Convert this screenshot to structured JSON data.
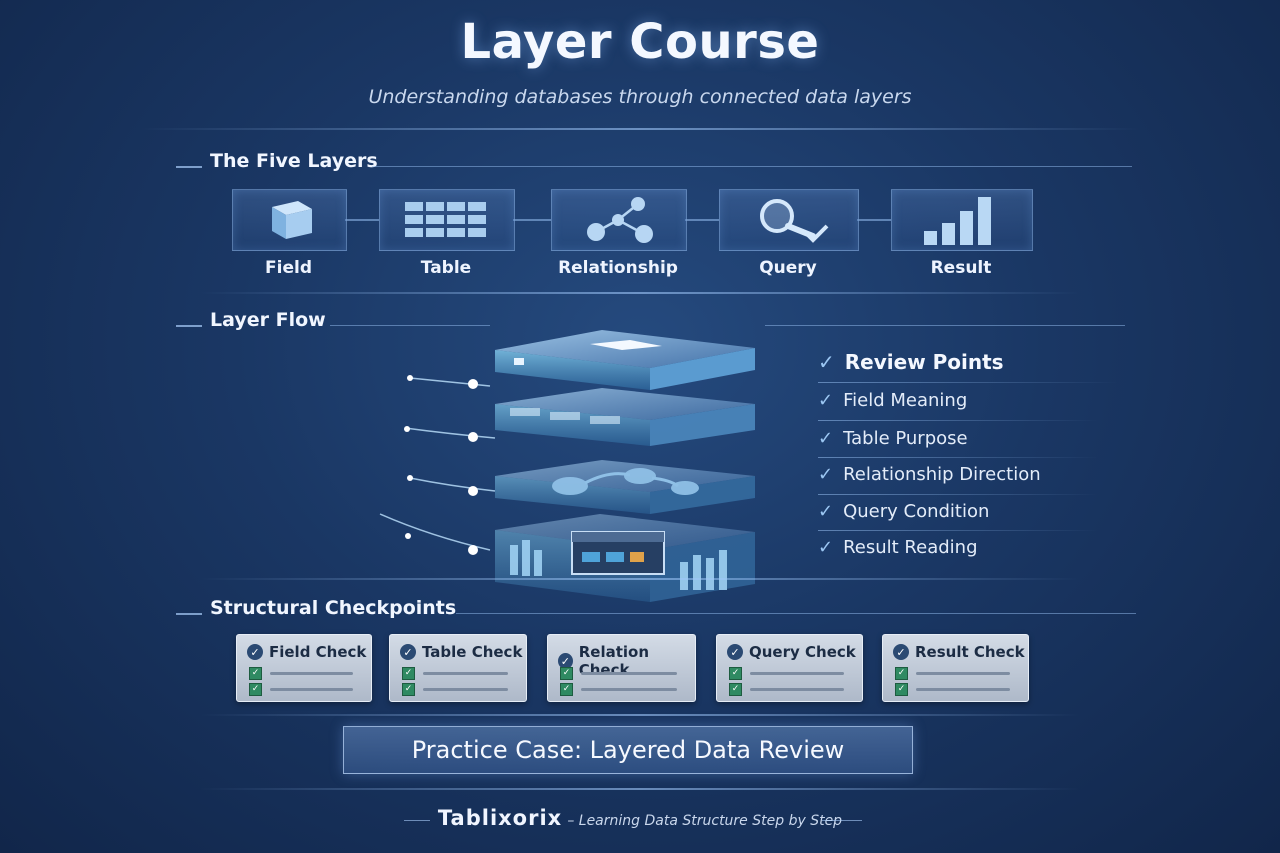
{
  "header": {
    "title": "Layer Course",
    "subtitle": "Understanding databases through connected data layers"
  },
  "five_layers": {
    "heading": "The Five Layers",
    "items": [
      {
        "label": "Field",
        "icon": "cube-icon"
      },
      {
        "label": "Table",
        "icon": "grid-table-icon"
      },
      {
        "label": "Relationship",
        "icon": "network-nodes-icon"
      },
      {
        "label": "Query",
        "icon": "magnifier-check-icon"
      },
      {
        "label": "Result",
        "icon": "bar-chart-icon"
      }
    ]
  },
  "layer_flow": {
    "heading": "Layer Flow"
  },
  "review": {
    "title": "Review Points",
    "items": [
      "Field Meaning",
      "Table Purpose",
      "Relationship Direction",
      "Query Condition",
      "Result Reading"
    ]
  },
  "checkpoints": {
    "heading": "Structural Checkpoints",
    "items": [
      "Field Check",
      "Table Check",
      "Relation Check",
      "Query Check",
      "Result Check"
    ]
  },
  "practice": {
    "label": "Practice Case: Layered Data Review"
  },
  "footer": {
    "brand": "Tablixorix",
    "tagline": "– Learning Data Structure Step by Step"
  },
  "colors": {
    "background": "#1a3764",
    "accent": "#9cc7f3",
    "check_green": "#2f8a62"
  }
}
